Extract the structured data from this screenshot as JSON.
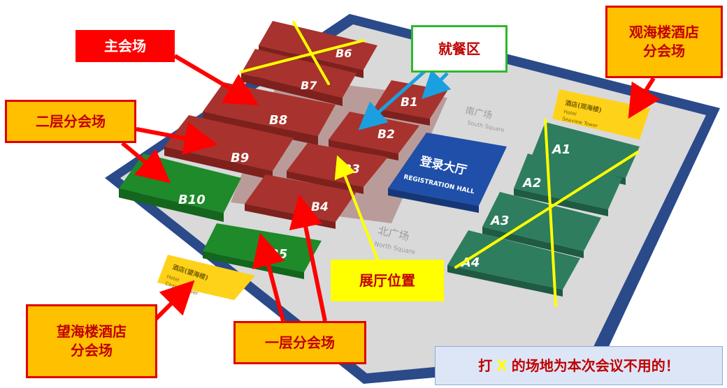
{
  "halls": {
    "B1": "B1",
    "B2": "B2",
    "B3": "B3",
    "B4": "B4",
    "B5": "B5",
    "B6": "B6",
    "B7": "B7",
    "B8": "B8",
    "B9": "B9",
    "B10": "B10",
    "A1": "A1",
    "A2": "A2",
    "A3": "A3",
    "A4": "A4"
  },
  "registration": {
    "cn": "登录大厅",
    "en": "REGISTRATION HALL"
  },
  "south_square": {
    "cn": "南广场",
    "en": "South Square"
  },
  "north_square": {
    "cn": "北广场",
    "en": "North Square"
  },
  "hotel_seaview": {
    "cn": "酒店(观海楼)",
    "en1": "Hotel",
    "en2": "Seaview Tower"
  },
  "hotel_coastal": {
    "cn": "酒店(望海楼)",
    "en1": "Hotel",
    "en2": "Coastal Tower"
  },
  "callouts": {
    "main_venue": "主会场",
    "second_floor": "二层分会场",
    "dining": "就餐区",
    "seaview_line1": "观海楼酒店",
    "seaview_line2": "分会场",
    "exhibition": "展厅位置",
    "first_floor": "一层分会场",
    "coastal_line1": "望海楼酒店",
    "coastal_line2": "分会场"
  },
  "note": {
    "before": "打",
    "mark": "X",
    "after": "的场地为本次会议不用的！"
  },
  "colors": {
    "hall_red": "#a8322d",
    "hall_green": "#1e8a2a",
    "hall_teal": "#2e7d5e",
    "registration_blue": "#1f4fa8",
    "floor": "#d6d6d6",
    "border": "#2a4a8a",
    "arrow_red": "#ff0000",
    "arrow_blue": "#1aa0e0",
    "arrow_yellow": "#ffff00",
    "cross": "#ffff00"
  }
}
